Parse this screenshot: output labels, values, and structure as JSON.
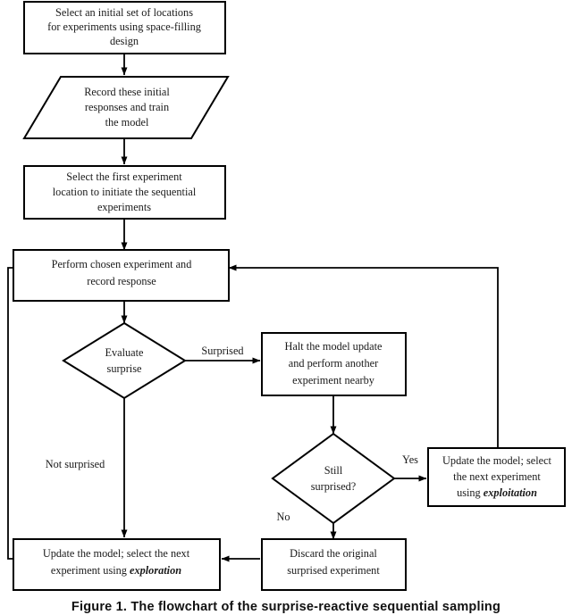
{
  "figure": {
    "caption": "Figure 1.    The flowchart of the surprise-reactive sequential sampling",
    "stroke_color": "#000000",
    "fill_color": "#ffffff",
    "text_color": "#1a1a1a"
  },
  "nodes": {
    "initial_design": {
      "shape": "rectangle",
      "lines": [
        "Select an initial set of locations",
        "for experiments using space-filling",
        "design"
      ]
    },
    "record_train": {
      "shape": "parallelogram",
      "lines": [
        "Record these initial",
        "responses and train",
        "the model"
      ]
    },
    "first_experiment": {
      "shape": "rectangle",
      "lines": [
        "Select the first experiment",
        "location to initiate the sequential",
        "experiments"
      ]
    },
    "perform_experiment": {
      "shape": "rectangle",
      "lines": [
        "Perform chosen experiment and",
        "record response"
      ]
    },
    "evaluate_surprise": {
      "shape": "diamond",
      "lines": [
        "Evaluate",
        "surprise"
      ]
    },
    "halt_update": {
      "shape": "rectangle",
      "lines": [
        "Halt the model update",
        "and perform another",
        "experiment nearby"
      ]
    },
    "still_surprised": {
      "shape": "diamond",
      "lines": [
        "Still",
        "surprised?"
      ]
    },
    "update_exploitation": {
      "shape": "rectangle",
      "lines": [
        "Update the model; select",
        "the next experiment",
        "using "
      ],
      "emphasis": "exploitation"
    },
    "discard_experiment": {
      "shape": "rectangle",
      "lines": [
        "Discard the original",
        "surprised experiment"
      ]
    },
    "update_exploration": {
      "shape": "rectangle",
      "lines": [
        "Update the model; select the next",
        "experiment using "
      ],
      "emphasis": "exploration"
    }
  },
  "edge_labels": {
    "surprised": "Surprised",
    "not_surprised": "Not surprised",
    "yes": "Yes",
    "no": "No"
  }
}
